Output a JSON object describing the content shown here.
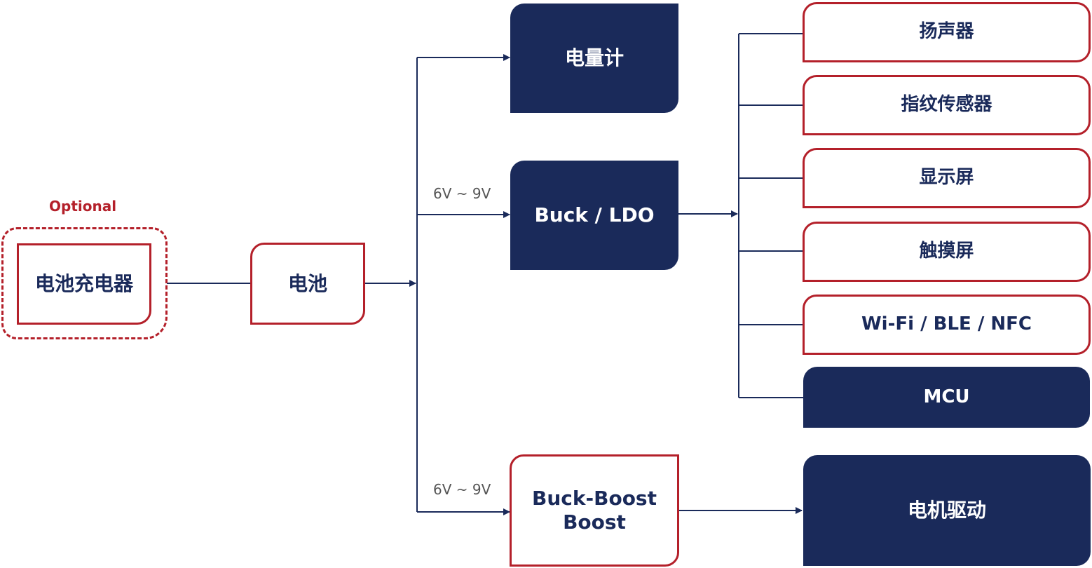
{
  "optional": {
    "label": "Optional",
    "charger": "电池充电器"
  },
  "battery": "电池",
  "fuel_gauge": "电量计",
  "buck_ldo": {
    "label": "Buck / LDO",
    "voltage": "6V ~ 9V"
  },
  "buck_boost": {
    "line1": "Buck-Boost",
    "line2": "Boost",
    "voltage": "6V ~ 9V"
  },
  "loads": [
    "扬声器",
    "指纹传感器",
    "显示屏",
    "触摸屏",
    "Wi-Fi / BLE / NFC",
    "MCU"
  ],
  "motor_driver": "电机驱动",
  "colors": {
    "navy": "#1a2a5a",
    "red": "#b4202a"
  }
}
